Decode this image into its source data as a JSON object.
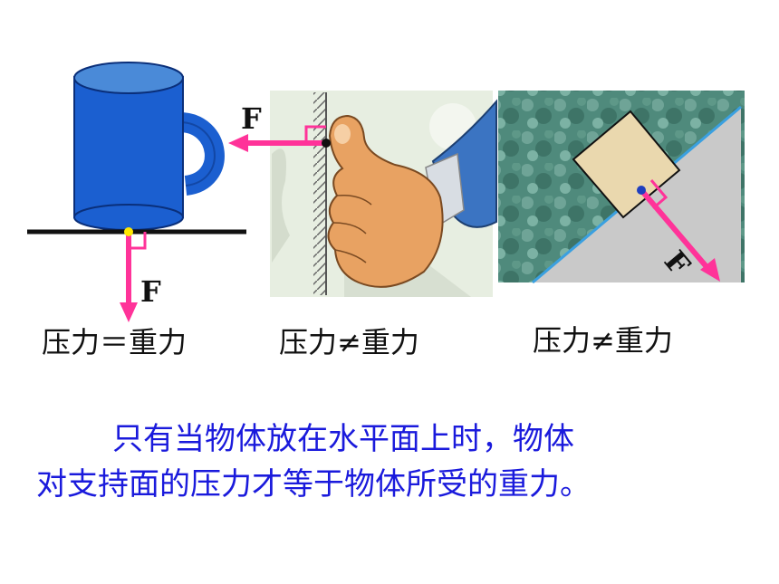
{
  "panels": {
    "cup": {
      "force_label": "F",
      "caption": "压力＝重力",
      "colors": {
        "cup": "#1b5fd0",
        "arrow": "#ff3399"
      }
    },
    "thumb": {
      "force_label": "F",
      "caption": "压力≠重力"
    },
    "incline": {
      "force_label": "F",
      "caption": "压力≠重力"
    }
  },
  "conclusion": {
    "line1": "只有当物体放在水平面上时，物体",
    "line2": "对支持面的压力才等于物体所受的重力。"
  }
}
